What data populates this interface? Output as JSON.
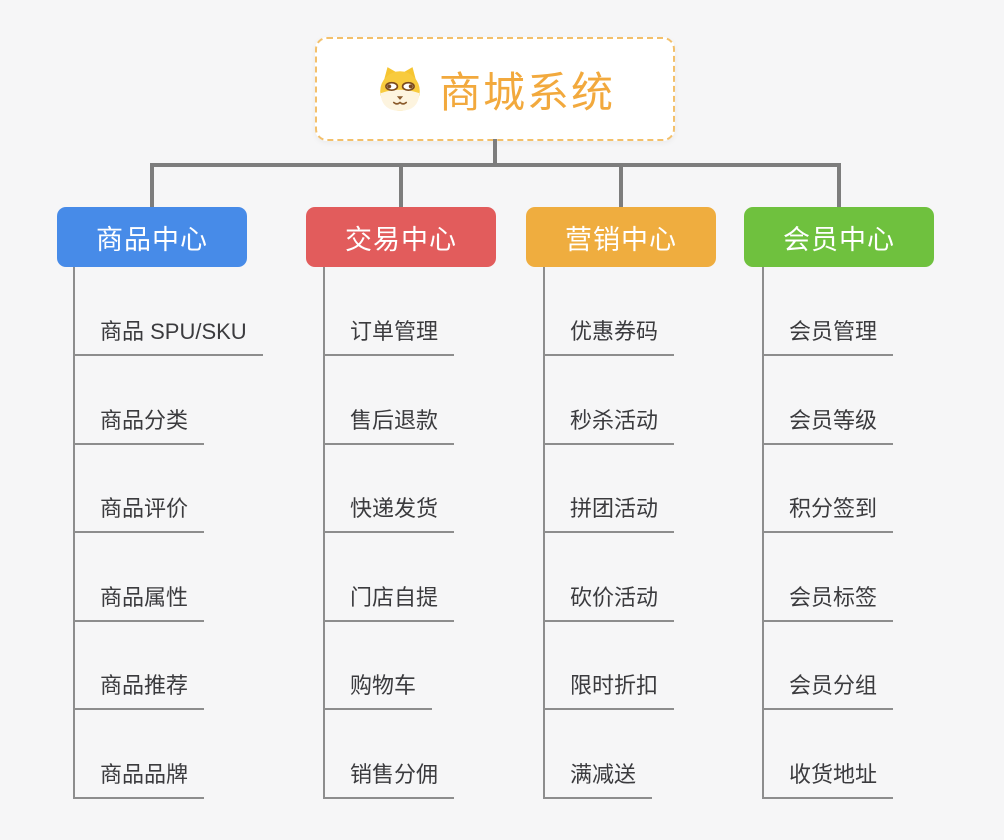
{
  "root": {
    "title": "商城系统",
    "icon": "doge-icon",
    "title_color": "#f2a93d",
    "border_color": "#f3c06b"
  },
  "connector_color": "#7d7d7d",
  "branches": [
    {
      "label": "商品中心",
      "color": "#478be8",
      "children": [
        "商品 SPU/SKU",
        "商品分类",
        "商品评价",
        "商品属性",
        "商品推荐",
        "商品品牌"
      ]
    },
    {
      "label": "交易中心",
      "color": "#e25c5c",
      "children": [
        "订单管理",
        "售后退款",
        "快递发货",
        "门店自提",
        "购物车",
        "销售分佣"
      ]
    },
    {
      "label": "营销中心",
      "color": "#efad3f",
      "children": [
        "优惠券码",
        "秒杀活动",
        "拼团活动",
        "砍价活动",
        "限时折扣",
        "满减送"
      ]
    },
    {
      "label": "会员中心",
      "color": "#6fc13e",
      "children": [
        "会员管理",
        "会员等级",
        "积分签到",
        "会员标签",
        "会员分组",
        "收货地址"
      ]
    }
  ]
}
